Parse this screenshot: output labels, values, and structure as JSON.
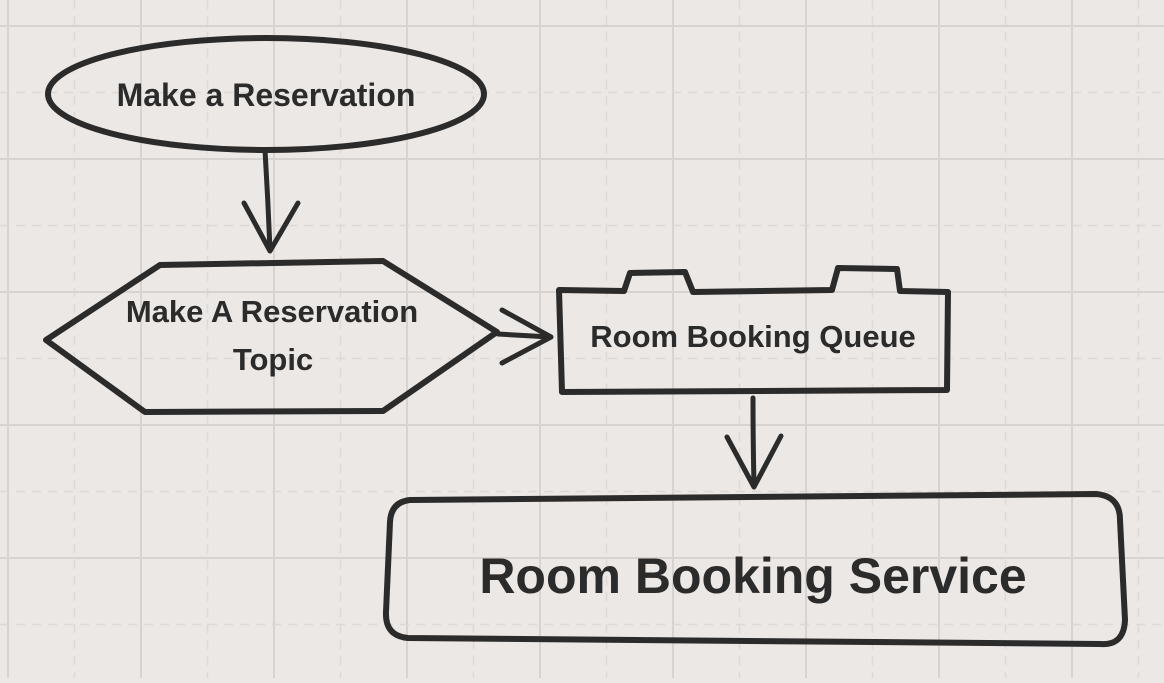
{
  "diagram": {
    "nodes": [
      {
        "id": "event",
        "shape": "ellipse",
        "lines": [
          "Make a Reservation"
        ]
      },
      {
        "id": "topic",
        "shape": "hexagon",
        "lines": [
          "Make A Reservation",
          "Topic"
        ]
      },
      {
        "id": "queue",
        "shape": "queue",
        "lines": [
          "Room Booking Queue"
        ]
      },
      {
        "id": "service",
        "shape": "rounded-rectangle",
        "lines": [
          "Room Booking Service"
        ]
      }
    ],
    "edges": [
      {
        "from": "event",
        "to": "topic"
      },
      {
        "from": "topic",
        "to": "queue"
      },
      {
        "from": "queue",
        "to": "service"
      }
    ]
  },
  "colors": {
    "background": "#ebe8e6",
    "grid_solid": "#d6d3d1",
    "grid_dashed": "#dcd9d7",
    "stroke": "#2b2b2b",
    "text": "#2b2b2b"
  }
}
